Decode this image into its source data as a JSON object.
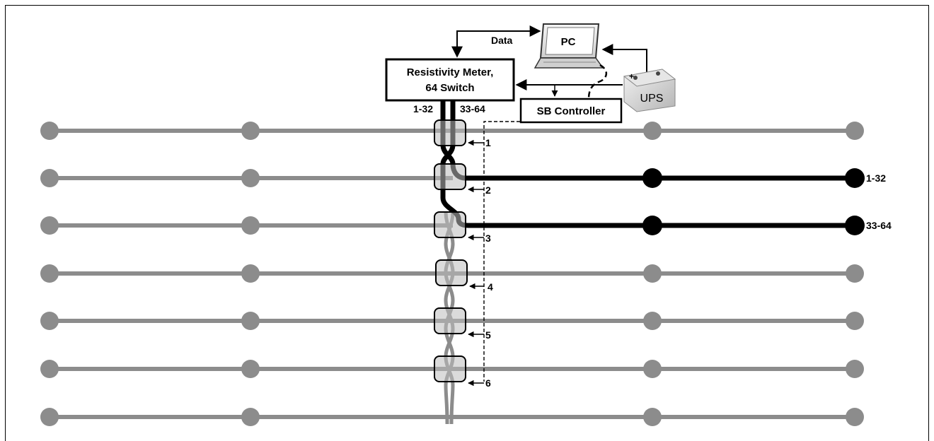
{
  "labels": {
    "data": "Data",
    "pc": "PC",
    "ups": "UPS",
    "meter_line1": "Resistivity Meter,",
    "meter_line2": "64 Switch",
    "sb_controller": "SB Controller",
    "bundle_a": "1-32",
    "bundle_b": "33-64",
    "cable_end_a": "1-32",
    "cable_end_b": "33-64"
  },
  "switch_boxes": [
    "1",
    "2",
    "3",
    "4",
    "5",
    "6"
  ],
  "colors": {
    "line_inactive": "#8c8c8c",
    "line_active": "#000000",
    "box": "#ffffff",
    "background": "#ffffff"
  },
  "active_lines": [
    2,
    3
  ],
  "line_count": 7
}
